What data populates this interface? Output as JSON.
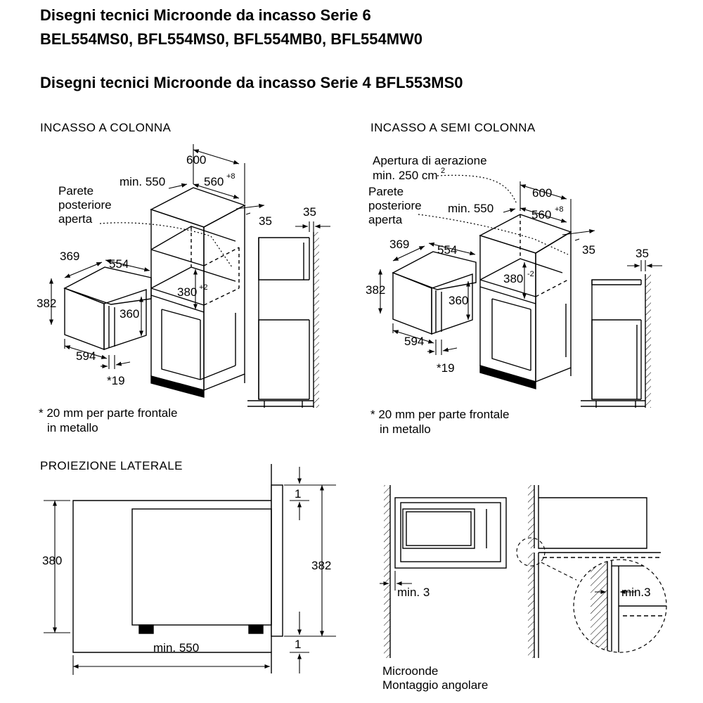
{
  "titles": {
    "line1": "Disegni tecnici Microonde da incasso Serie 6",
    "line2": "BEL554MS0, BFL554MS0, BFL554MB0, BFL554MW0",
    "line3": "Disegni tecnici Microonde da incasso Serie 4 BFL553MS0"
  },
  "sections": {
    "column": "INCASSO A COLONNA",
    "semi": "INCASSO A SEMI COLONNA",
    "side": "PROIEZIONE LATERALE"
  },
  "column": {
    "d600": "600",
    "dmin550": "min. 550",
    "d560": "560",
    "d560_tol": "+8",
    "d35a": "35",
    "d35b": "35",
    "rear_1": "Parete",
    "rear_2": "posteriore",
    "rear_3": "aperta",
    "d369": "369",
    "d554": "554",
    "d382": "382",
    "d360": "360",
    "d380": "380",
    "d380_tol": "+2",
    "d594": "594",
    "d19": "*19",
    "note_1": "* 20 mm per parte frontale",
    "note_2": "in metallo"
  },
  "semi": {
    "vent_1": "Apertura di aerazione",
    "vent_2": "min. 250 cm",
    "vent_sup": "2",
    "rear_1": "Parete",
    "rear_2": "posteriore",
    "rear_3": "aperta",
    "d600": "600",
    "dmin550": "min. 550",
    "d560": "560",
    "d560_tol": "+8",
    "d35a": "35",
    "d35b": "35",
    "d369": "369",
    "d554": "554",
    "d382": "382",
    "d360": "360",
    "d380": "380",
    "d380_tol": "-2",
    "d594": "594",
    "d19": "*19",
    "note_1": "* 20 mm per parte frontale",
    "note_2": "in metallo"
  },
  "side": {
    "d380": "380",
    "d382": "382",
    "d1a": "1",
    "d1b": "1",
    "dmin550": "min. 550"
  },
  "corner": {
    "dmin3a": "min. 3",
    "dmin3b": "min.3",
    "caption_1": "Microonde",
    "caption_2": "Montaggio angolare"
  },
  "colors": {
    "ink": "#000000",
    "paper": "#ffffff"
  }
}
